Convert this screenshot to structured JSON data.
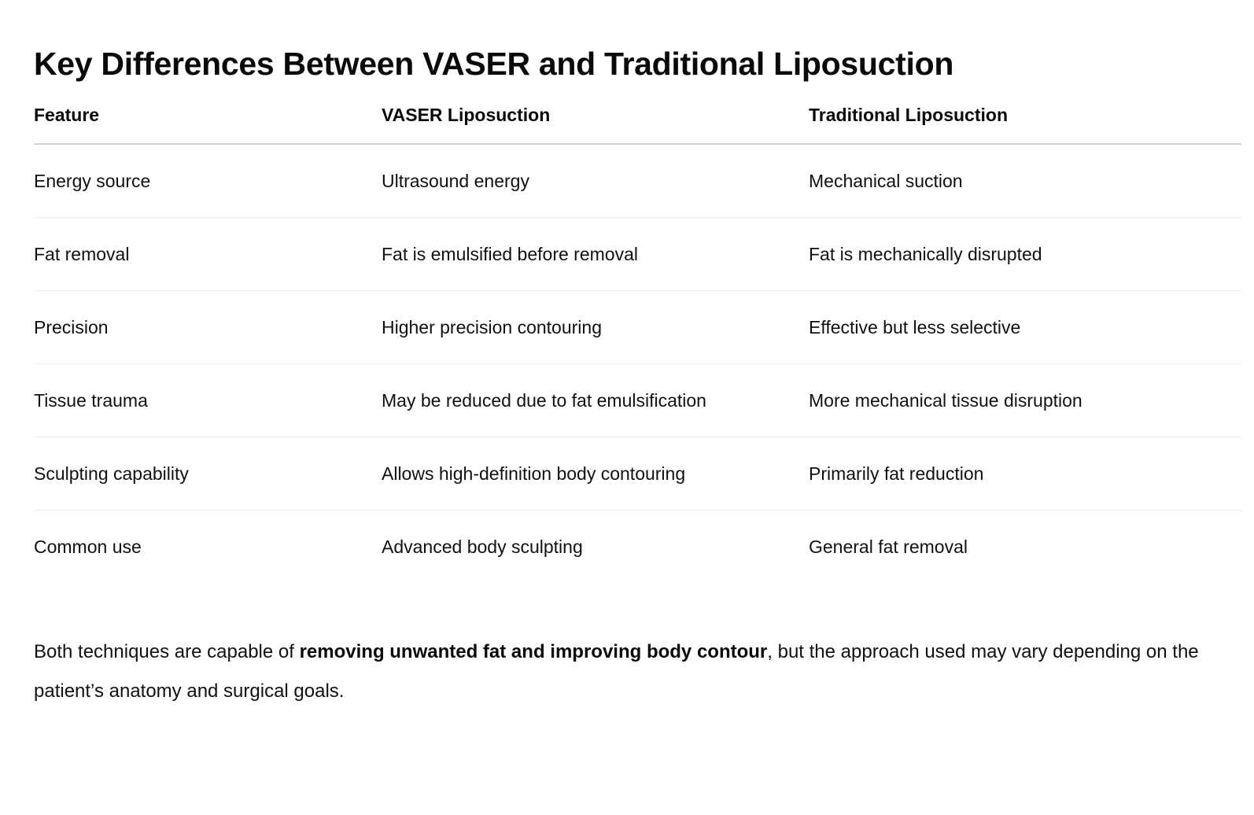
{
  "document": {
    "title": "Key Differences Between VASER and Traditional Liposuction"
  },
  "table": {
    "headers": {
      "feature": "Feature",
      "vaser": "VASER Liposuction",
      "traditional": "Traditional Liposuction"
    },
    "rows": [
      {
        "feature": "Energy source",
        "vaser": "Ultrasound energy",
        "traditional": "Mechanical suction"
      },
      {
        "feature": "Fat removal",
        "vaser": "Fat is emulsified before removal",
        "traditional": "Fat is mechanically disrupted"
      },
      {
        "feature": "Precision",
        "vaser": "Higher precision contouring",
        "traditional": "Effective but less selective"
      },
      {
        "feature": "Tissue trauma",
        "vaser": "May be reduced due to fat emulsification",
        "traditional": "More mechanical tissue disruption"
      },
      {
        "feature": "Sculpting capability",
        "vaser": "Allows high-definition body contouring",
        "traditional": "Primarily fat reduction"
      },
      {
        "feature": "Common use",
        "vaser": "Advanced body sculpting",
        "traditional": "General fat removal"
      }
    ]
  },
  "note": {
    "lead": "Both techniques are capable of ",
    "emphasis": "removing unwanted fat and improving body contour",
    "tail": ", but the approach used may vary depending on the patient’s anatomy and surgical goals."
  },
  "colors": {
    "text": "#111111",
    "heading": "#0a0a0a",
    "header_rule": "#d3d3d3",
    "row_rule": "#ededed",
    "background": "#ffffff"
  }
}
